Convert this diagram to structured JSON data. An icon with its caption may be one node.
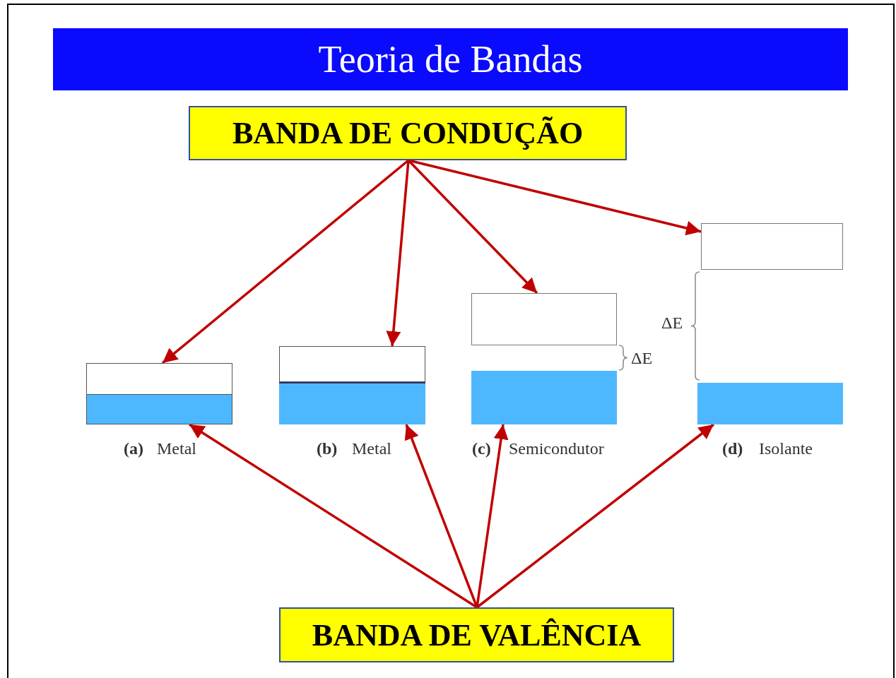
{
  "diagram": {
    "title": "Teoria de Bandas",
    "nodes": [
      {
        "text": [
          "BANDA DE CONDUÇÃO"
        ]
      },
      {
        "text": [
          "BANDA DE VALÊNCIA"
        ]
      },
      {
        "text": [],
        "shape": "box"
      },
      {
        "text": [],
        "shape": "box",
        "beside": [
          "(a)",
          "Metal"
        ]
      },
      {
        "text": [],
        "shape": "box"
      },
      {
        "text": [],
        "shape": "box",
        "beside": [
          "(b)",
          "Metal"
        ]
      },
      {
        "text": [],
        "shape": "box"
      },
      {
        "text": [],
        "shape": "box",
        "beside": [
          "(c)",
          "Semicondutor"
        ]
      },
      {
        "text": [],
        "shape": "box"
      },
      {
        "text": [],
        "shape": "box",
        "beside": [
          "(d)",
          "Isolante"
        ]
      }
    ],
    "edges": [
      {
        "from": 0,
        "to": 2,
        "arrow": "to"
      },
      {
        "from": 0,
        "to": 4,
        "arrow": "to"
      },
      {
        "from": 0,
        "to": 6,
        "arrow": "to"
      },
      {
        "from": 0,
        "to": 8,
        "arrow": "to"
      },
      {
        "from": 1,
        "to": 3,
        "arrow": "to"
      },
      {
        "from": 1,
        "to": 5,
        "arrow": "to"
      },
      {
        "from": 1,
        "to": 7,
        "arrow": "to"
      },
      {
        "from": 1,
        "to": 9,
        "arrow": "to"
      }
    ],
    "labels": [
      "ΔE",
      "ΔE"
    ]
  }
}
